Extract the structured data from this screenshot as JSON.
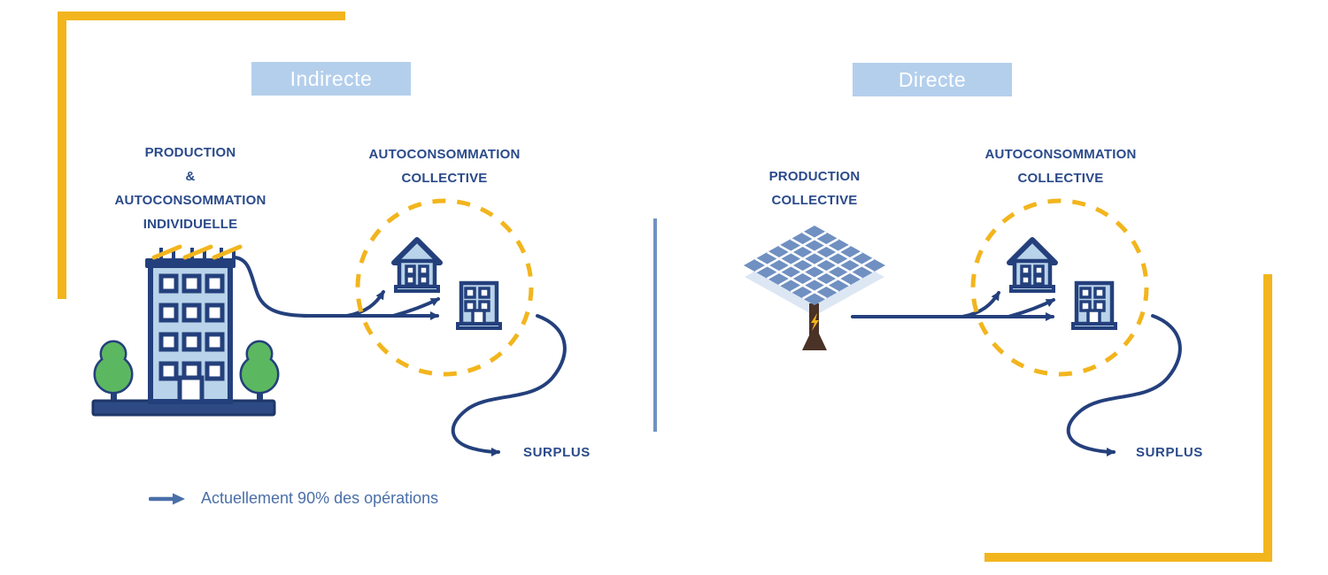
{
  "left_section": {
    "badge": "Indirecte",
    "source_label": "PRODUCTION\n&\nAUTOCONSOMMATION\nINDIVIDUELLE",
    "target_label": "AUTOCONSOMMATION\nCOLLECTIVE",
    "surplus_label": "SURPLUS"
  },
  "right_section": {
    "badge": "Directe",
    "source_label": "PRODUCTION\nCOLLECTIVE",
    "target_label": "AUTOCONSOMMATION\nCOLLECTIVE",
    "surplus_label": "SURPLUS"
  },
  "legend": {
    "arrow_icon": "right-arrow",
    "text": "Actuellement 90% des opérations"
  },
  "icons": {
    "left_source": "apartment-building-with-rooftop-solar-and-trees",
    "left_target": "house-and-building-inside-dashed-circle",
    "right_source": "ground-mounted-solar-panel",
    "right_target": "house-and-building-inside-dashed-circle"
  },
  "palette": {
    "navy": "#24407c",
    "title_blue": "#2a4a8a",
    "light_blue_fill": "#b9d3ea",
    "badge_blue": "#b4cfec",
    "accent_yellow": "#f2b51d",
    "tree_green": "#5cb860",
    "divider_blue": "#7191c4",
    "legend_blue": "#4a6fa8",
    "panel_cell_blue": "#6f90c1",
    "panel_shadow": "#dde7f3",
    "post_brown": "#4a3226"
  }
}
